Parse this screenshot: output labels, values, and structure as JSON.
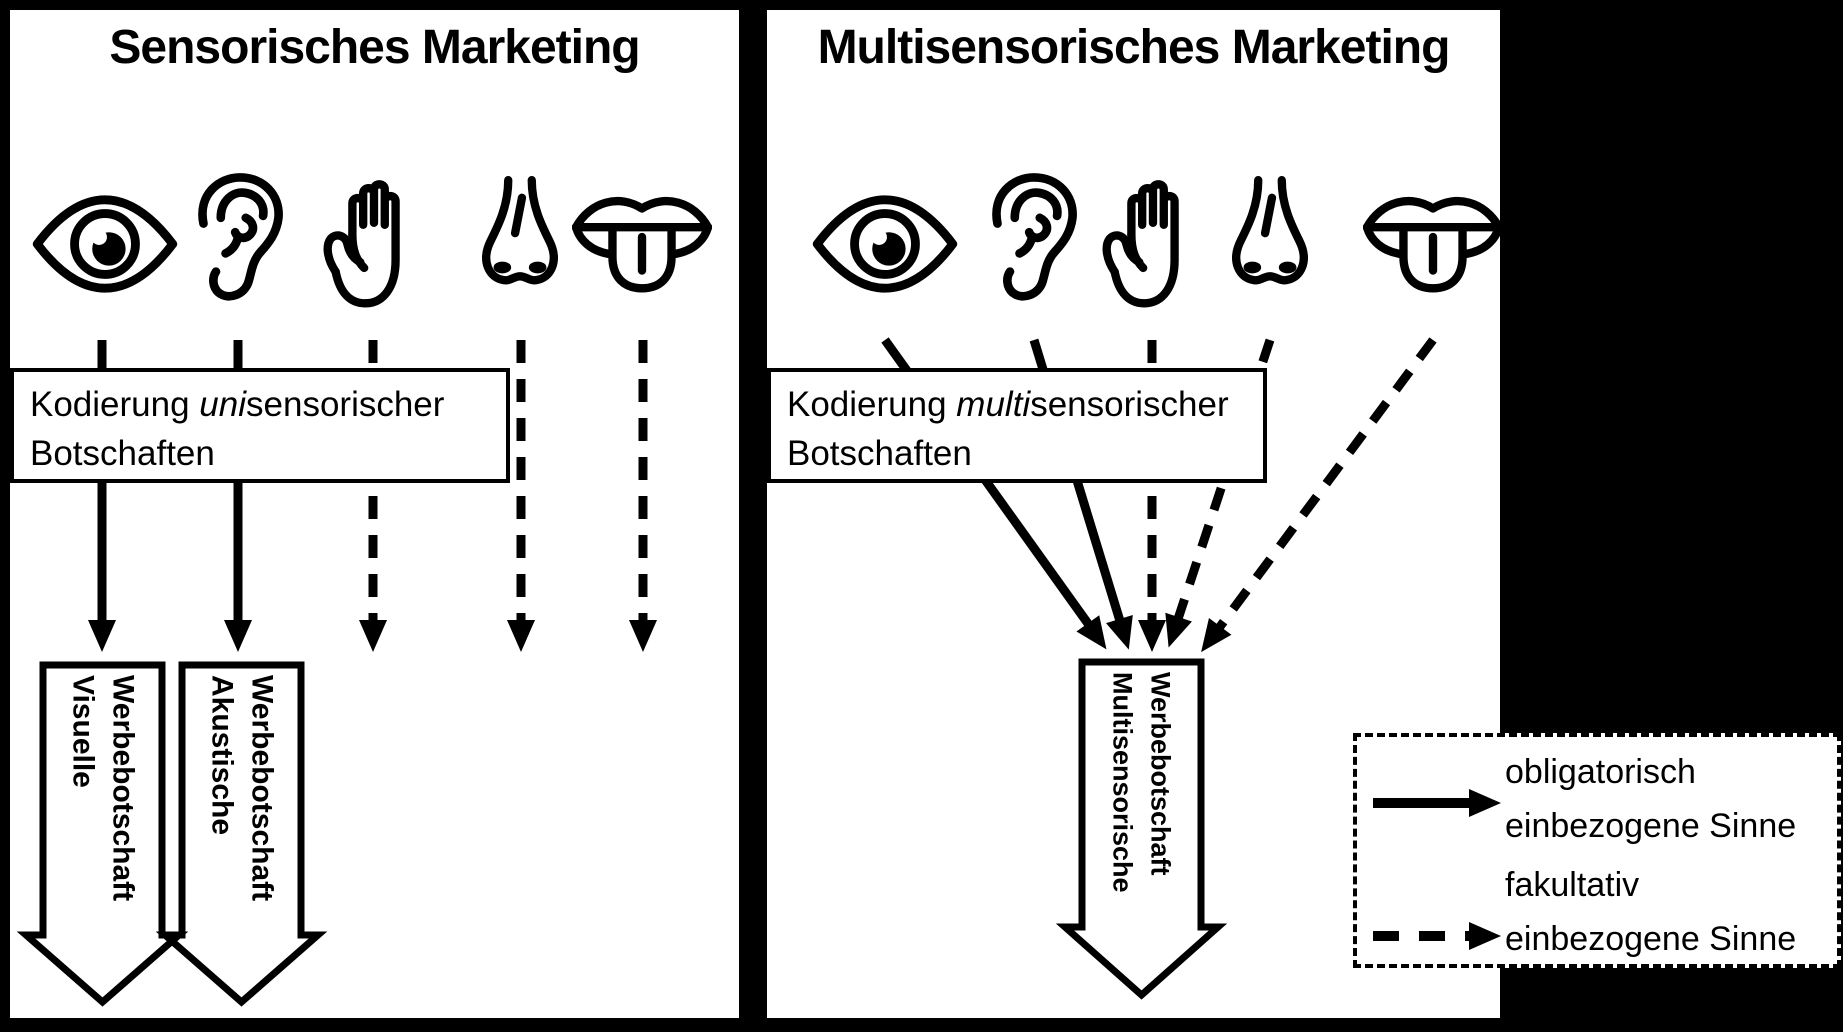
{
  "colors": {
    "background": "#000000",
    "panel": "#ffffff",
    "ink": "#000000"
  },
  "left_panel": {
    "title": "Sensorisches Marketing",
    "senses": [
      {
        "icon": "eye-icon",
        "involvement": "obligatory",
        "line_style": "solid"
      },
      {
        "icon": "ear-icon",
        "involvement": "obligatory",
        "line_style": "solid"
      },
      {
        "icon": "hand-icon",
        "involvement": "facultative",
        "line_style": "dashed"
      },
      {
        "icon": "nose-icon",
        "involvement": "facultative",
        "line_style": "dashed"
      },
      {
        "icon": "tongue-icon",
        "involvement": "facultative",
        "line_style": "dashed"
      }
    ],
    "coding_box": {
      "line1_normal": "Kodierung ",
      "line1_italic": "uni",
      "line1_rest": "sensorischer",
      "line2": "Botschaften"
    },
    "output_arrows": [
      {
        "line1": "Visuelle",
        "line2": "Werbebotschaft"
      },
      {
        "line1": "Akustische",
        "line2": "Werbebotschaft"
      }
    ]
  },
  "right_panel": {
    "title": "Multisensorisches Marketing",
    "senses": [
      {
        "icon": "eye-icon",
        "involvement": "obligatory",
        "line_style": "solid"
      },
      {
        "icon": "ear-icon",
        "involvement": "obligatory",
        "line_style": "solid"
      },
      {
        "icon": "hand-icon",
        "involvement": "facultative",
        "line_style": "dashed"
      },
      {
        "icon": "nose-icon",
        "involvement": "facultative",
        "line_style": "dashed"
      },
      {
        "icon": "tongue-icon",
        "involvement": "facultative",
        "line_style": "dashed"
      }
    ],
    "coding_box": {
      "line1_normal": "Kodierung ",
      "line1_italic": "multi",
      "line1_rest": "sensorischer",
      "line2": "Botschaften"
    },
    "output_arrow": {
      "line1": "Multisensorische",
      "line2": "Werbebotschaft"
    }
  },
  "legend": {
    "items": [
      {
        "style": "solid",
        "line1": "obligatorisch",
        "line2": "einbezogene Sinne"
      },
      {
        "style": "dashed",
        "line1": "fakultativ",
        "line2": "einbezogene Sinne"
      }
    ]
  }
}
